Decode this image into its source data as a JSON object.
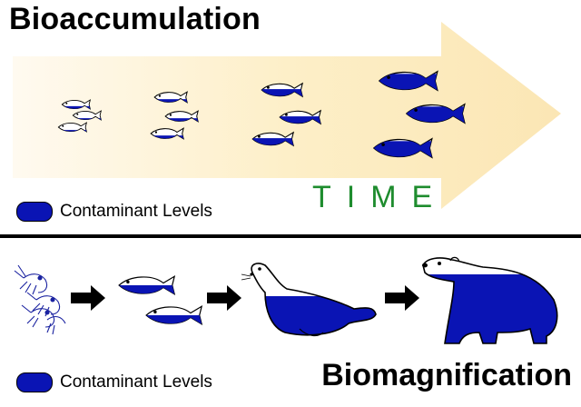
{
  "diagram": {
    "top_title": "Bioaccumulation",
    "bottom_title": "Biomagnification",
    "time_label": "TIME",
    "legend_top_label": "Contaminant Levels",
    "legend_bottom_label": "Contaminant Levels",
    "colors": {
      "contaminant": "#0a14b4",
      "arrow_fill": "#fdefc8",
      "time_text": "#1e8c2e",
      "outline": "#000000"
    },
    "icons": [
      "fish-icon",
      "krill-icon",
      "seal-icon",
      "polar-bear-icon",
      "arrow-right-icon"
    ]
  }
}
